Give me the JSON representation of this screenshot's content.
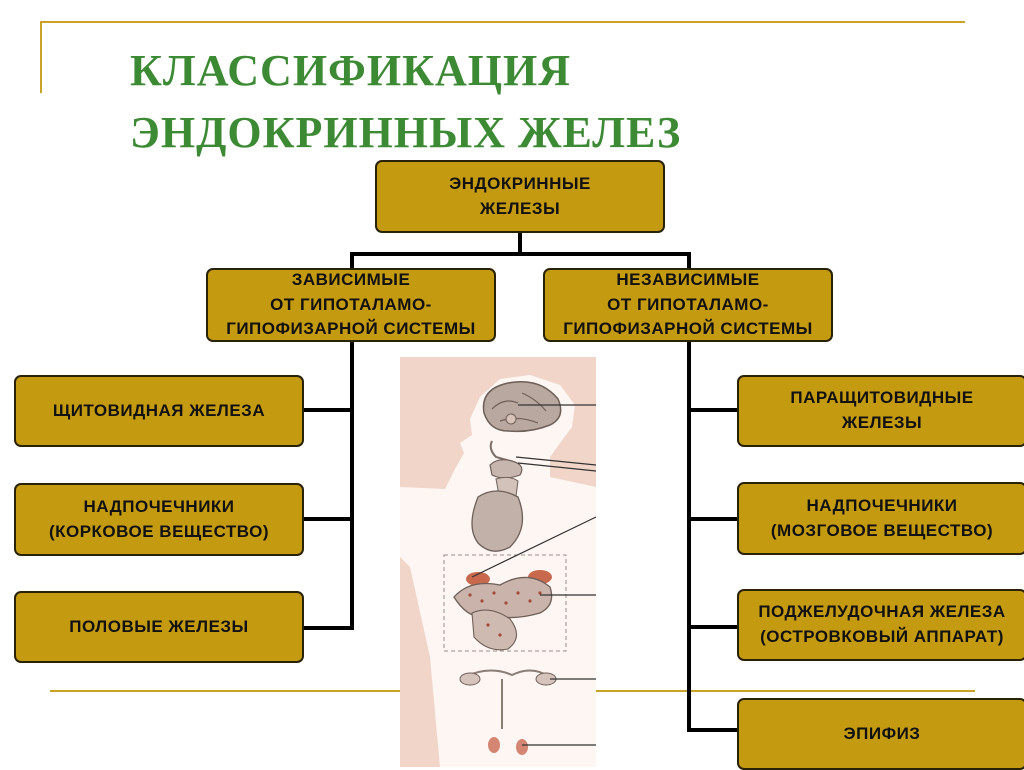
{
  "title": {
    "line1": "КЛАССИФИКАЦИЯ",
    "line2": "ЭНДОКРИННЫХ ЖЕЛЕЗ"
  },
  "root": {
    "line1": "ЭНДОКРИННЫЕ",
    "line2": "ЖЕЛЕЗЫ"
  },
  "dependent": {
    "line1": "ЗАВИСИМЫЕ",
    "line2": "ОТ ГИПОТАЛАМО-",
    "line3": "ГИПОФИЗАРНОЙ СИСТЕМЫ",
    "items": [
      {
        "line1": "ЩИТОВИДНАЯ ЖЕЛЕЗА"
      },
      {
        "line1": "НАДПОЧЕЧНИКИ",
        "line2": "(КОРКОВОЕ ВЕЩЕСТВО)"
      },
      {
        "line1": "ПОЛОВЫЕ ЖЕЛЕЗЫ"
      }
    ]
  },
  "independent": {
    "line1": "НЕЗАВИСИМЫЕ",
    "line2": "ОТ ГИПОТАЛАМО-",
    "line3": "ГИПОФИЗАРНОЙ СИСТЕМЫ",
    "items": [
      {
        "line1": "ПАРАЩИТОВИДНЫЕ",
        "line2": "ЖЕЛЕЗЫ"
      },
      {
        "line1": "НАДПОЧЕЧНИКИ",
        "line2": "(МОЗГОВОЕ ВЕЩЕСТВО)"
      },
      {
        "line1": "ПОДЖЕЛУДОЧНАЯ ЖЕЛЕЗА",
        "line2": "(ОСТРОВКОВЫЙ АППАРАТ)"
      },
      {
        "line1": "ЭПИФИЗ"
      }
    ]
  },
  "colors": {
    "title": "#3d8a34",
    "box_fill": "#c49a10",
    "box_border": "#2a2208",
    "accent_lines": "#c9a227",
    "body_figure": "#f3d8cd"
  },
  "figure": {
    "icon": "human-anatomy-endocrine-illustration"
  }
}
